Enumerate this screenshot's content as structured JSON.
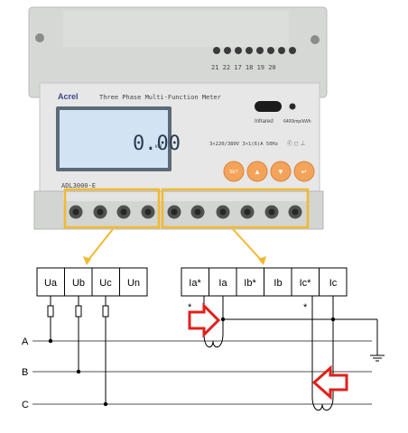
{
  "meter": {
    "top_terminals": "21 22 17 18 19 20",
    "brand": "Acrel",
    "title": "Three Phase Multi-Function Meter",
    "display_value": "0.00",
    "display_unit": "kW",
    "infrared_label": "Infrared",
    "pulse_label": "6400imp/kWh",
    "rating": "3×220/380V 3×1(6)A 50Hz",
    "model": "ADL3000-E",
    "buttons": [
      "SET",
      "▲",
      "▼",
      "↵"
    ],
    "colors": {
      "body": "#d9dbd9",
      "lcd": "#cfe2f2",
      "button": "#f4a35a",
      "highlight": "#f2b92f"
    }
  },
  "wiring": {
    "voltage_terminals": [
      "Ua",
      "Ub",
      "Uc",
      "Un"
    ],
    "current_terminals": [
      "Ia*",
      "Ia",
      "Ib*",
      "Ib",
      "Ic*",
      "Ic"
    ],
    "lines": [
      "A",
      "B",
      "C"
    ],
    "polarity_mark": "*",
    "arrow_color": "#e0201b"
  }
}
